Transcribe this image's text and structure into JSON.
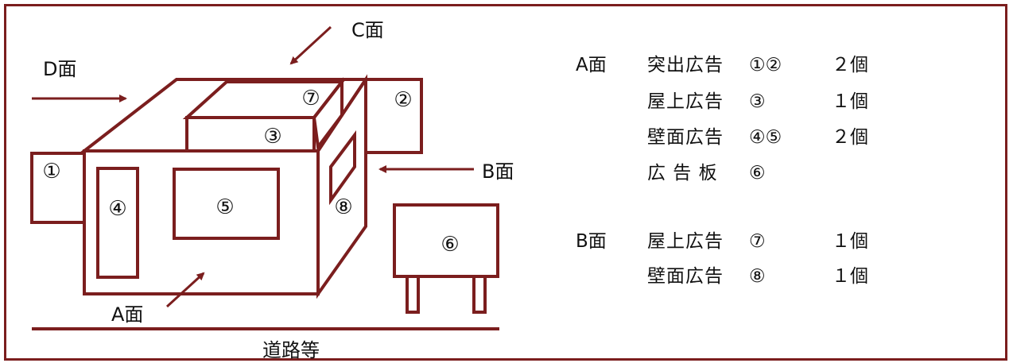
{
  "colors": {
    "line": "#7b1e1e",
    "text": "#111111"
  },
  "diagram": {
    "face_labels": {
      "a": "A面",
      "b": "B面",
      "c": "C面",
      "d": "D面"
    },
    "markers": [
      "①",
      "②",
      "③",
      "④",
      "⑤",
      "⑥",
      "⑦",
      "⑧"
    ],
    "road": "道路等"
  },
  "list": {
    "groups": [
      {
        "face": "A面",
        "items": [
          {
            "kind": "突出広告",
            "nums": "①②",
            "count": "２個"
          },
          {
            "kind": "屋上広告",
            "nums": "③",
            "count": "１個"
          },
          {
            "kind": "壁面広告",
            "nums": "④⑤",
            "count": "２個"
          },
          {
            "kind": "広 告 板",
            "nums": "⑥",
            "count": ""
          }
        ]
      },
      {
        "face": "B面",
        "items": [
          {
            "kind": "屋上広告",
            "nums": "⑦",
            "count": "１個"
          },
          {
            "kind": "壁面広告",
            "nums": "⑧",
            "count": "１個"
          }
        ]
      }
    ]
  }
}
